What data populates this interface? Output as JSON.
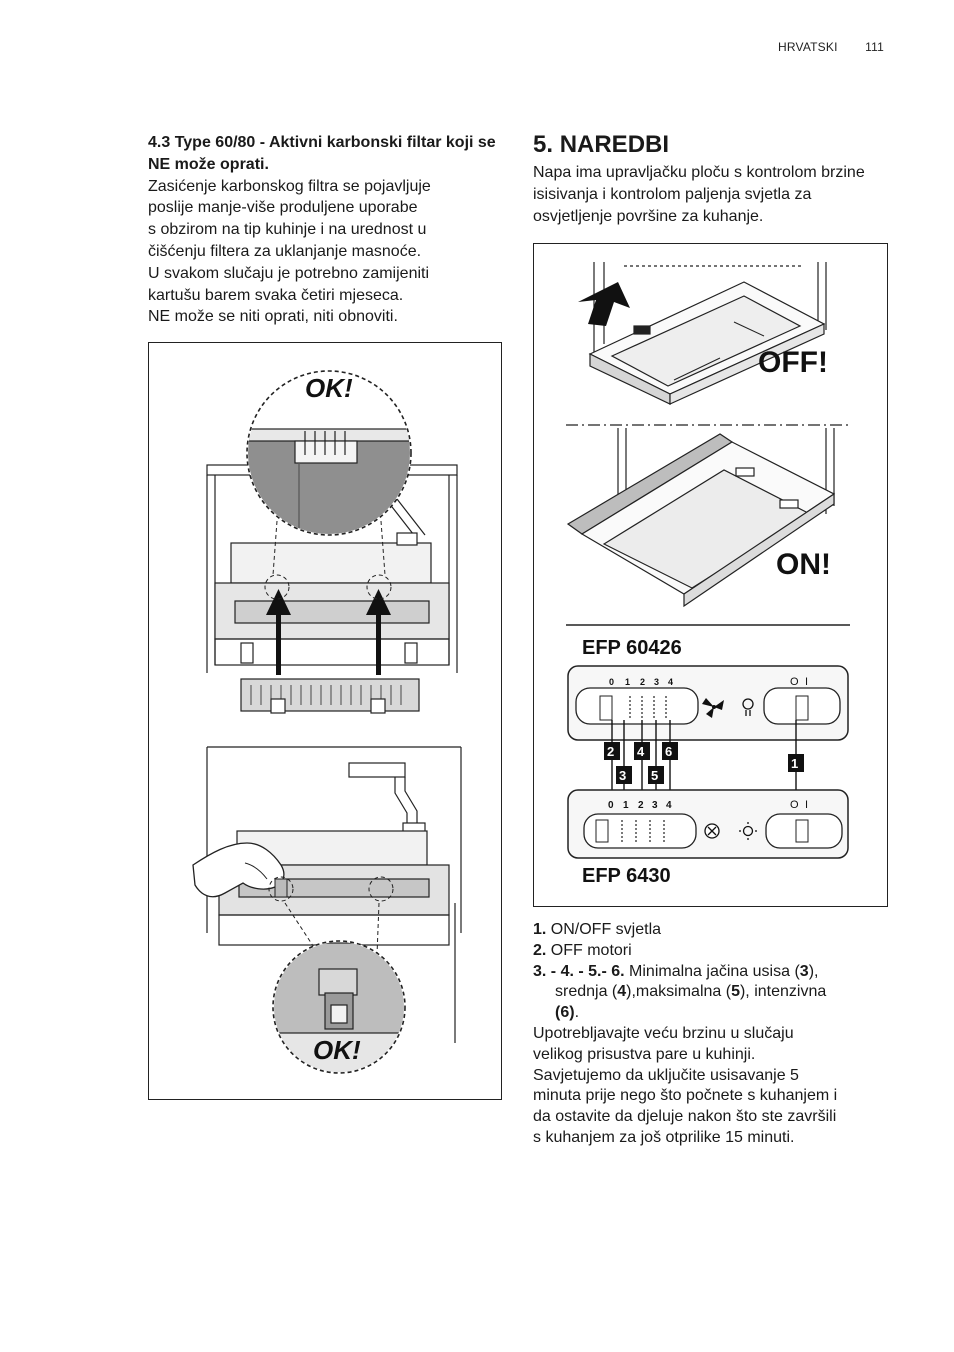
{
  "header": {
    "language": "HRVATSKI",
    "page_number": "111"
  },
  "left": {
    "subtitle": "4.3 Type 60/80 - Aktivni karbonski filtar koji se NE može oprati.",
    "lines": [
      "Zasićenje karbonskog filtra se pojavljuje",
      "poslije manje-više produljene uporabe",
      "s obzirom na tip kuhinje i na urednost u",
      "čišćenju filtera za uklanjanje masnoće.",
      "U svakom slučaju je potrebno zamijeniti",
      "kartušu barem svaka četiri mjeseca.",
      "NE može se niti oprati, niti obnoviti."
    ],
    "figure": {
      "ok_top": "OK!",
      "ok_bottom": "OK!"
    }
  },
  "right": {
    "section_number": "5.",
    "section_title": "NAREDBI",
    "intro": "Napa ima upravljačku ploču s kontrolom brzine isisivanja i kontrolom paljenja svjetla za osvjetljenje površine za kuhanje.",
    "figure": {
      "off_label": "OFF!",
      "on_label": "ON!",
      "model_top": "EFP 60426",
      "model_bottom": "EFP 6430",
      "speeds_top": [
        "0",
        "1",
        "2",
        "3",
        "4"
      ],
      "speeds_bottom": [
        "0",
        "1",
        "2",
        "3",
        "4"
      ],
      "light_marks": [
        "O",
        "I"
      ],
      "callouts": [
        "2",
        "4",
        "6",
        "3",
        "5",
        "1"
      ]
    }
  },
  "list": {
    "i1_num": "1.",
    "i1_text": " ON/OFF svjetla",
    "i2_num": "2.",
    "i2_text": " OFF motori",
    "i3_nums": "3. - 4. - 5.- 6.",
    "i3_pre": " Minimalna jačina usisa  (",
    "i3_b3": "3",
    "i3_mid1": "),",
    "i3_mid2": "srednja (",
    "i3_b4": "4",
    "i3_mid3": "),maksimalna (",
    "i3_b5": "5",
    "i3_mid4": "), intenzivna",
    "i3_b6": "(6)",
    "i3_end": ".",
    "tip_lines": [
      "Upotrebljavajte veću brzinu u slučaju",
      "velikog prisustva pare u kuhinji.",
      "Savjetujemo da uključite usisavanje 5",
      "minuta prije nego što počnete s kuhanjem i",
      "da ostavite da djeluje  nakon što ste završili",
      "s kuhanjem za još otprilike 15 minuti."
    ]
  }
}
